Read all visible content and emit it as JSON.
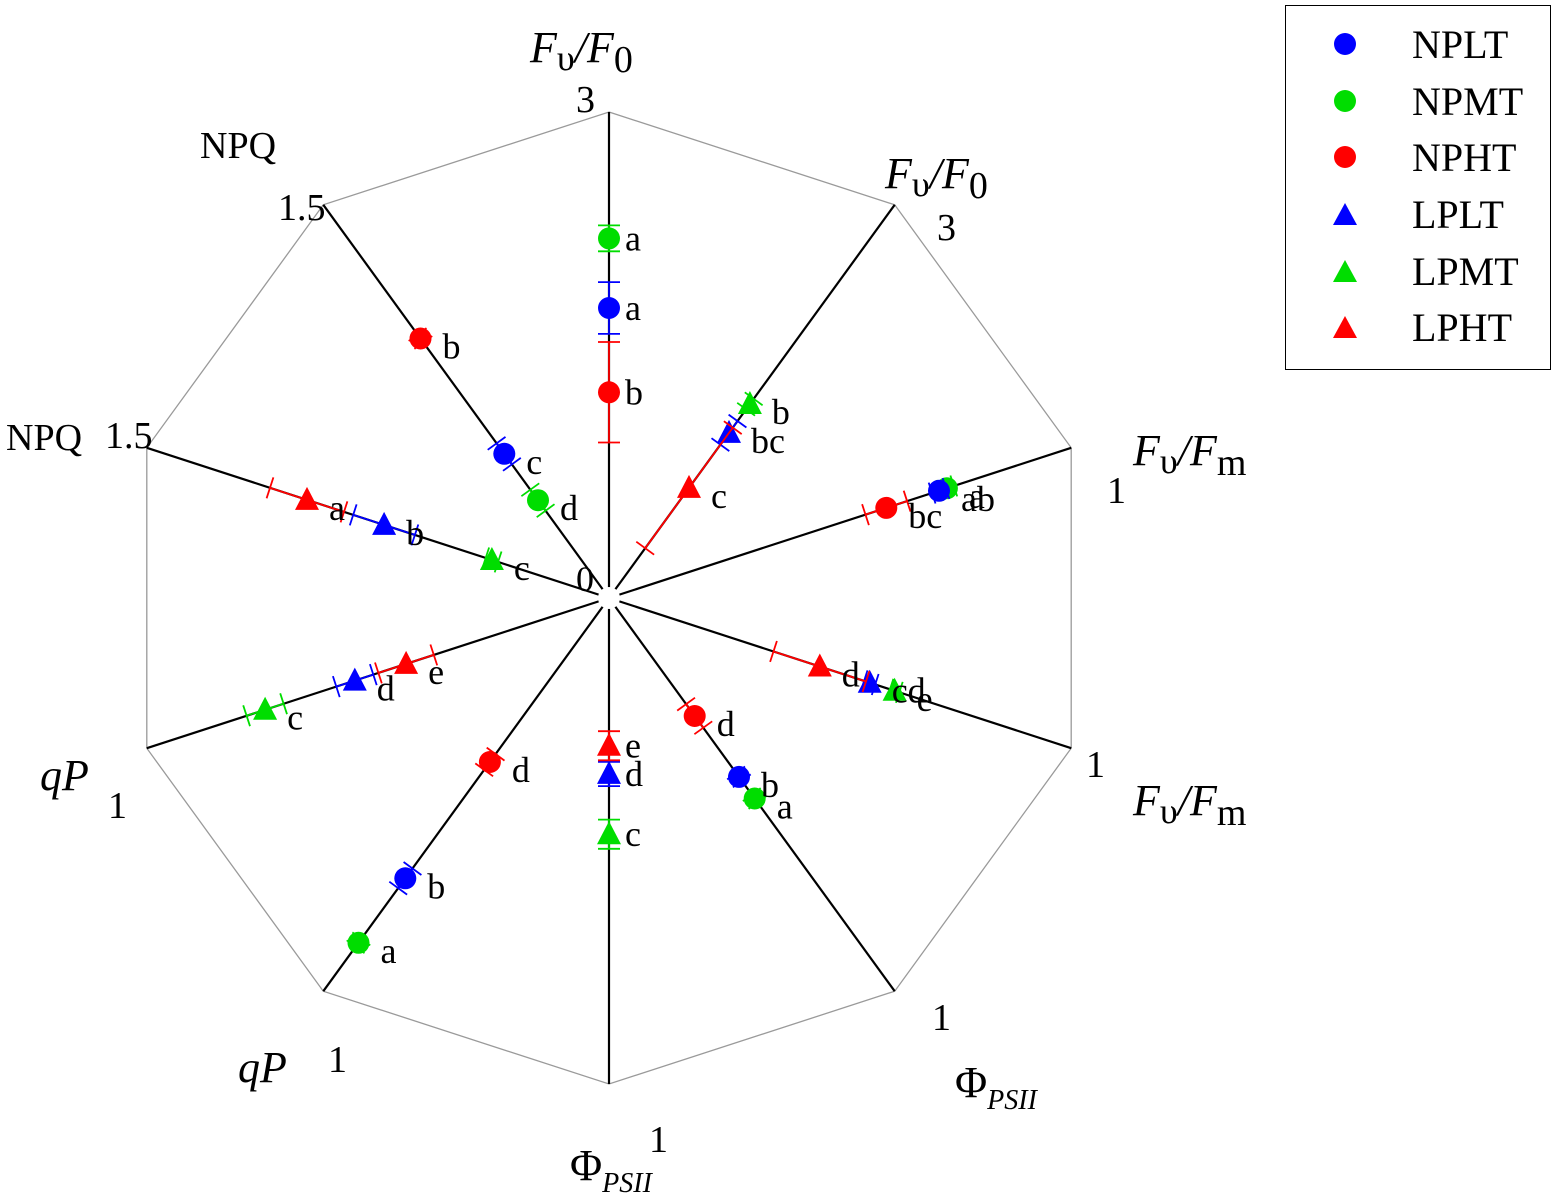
{
  "chart_data": {
    "type": "radar",
    "axes": [
      {
        "key": "fvf0_np",
        "title": "Fv/F0",
        "title_main": "F",
        "title_sub1": "υ",
        "title_mid": "/F",
        "title_sub2": "0",
        "max_label": "3"
      },
      {
        "key": "fvf0_lp",
        "title": "Fv/F0",
        "title_main": "F",
        "title_sub1": "υ",
        "title_mid": "/F",
        "title_sub2": "0",
        "max_label": "3"
      },
      {
        "key": "fvfm_np",
        "title": "Fv/Fm",
        "title_main": "F",
        "title_sub1": "υ",
        "title_mid": "/F",
        "title_sub2": "m",
        "max_label": "1"
      },
      {
        "key": "fvfm_lp",
        "title": "Fv/Fm",
        "title_main": "F",
        "title_sub1": "υ",
        "title_mid": "/F",
        "title_sub2": "m",
        "max_label": "1"
      },
      {
        "key": "phipsii_np",
        "title": "ΦPSII",
        "title_main": "Φ",
        "title_sub2": "PSII",
        "max_label": "1"
      },
      {
        "key": "phipsii_lp",
        "title": "ΦPSII",
        "title_main": "Φ",
        "title_sub2": "PSII",
        "max_label": "1"
      },
      {
        "key": "qp_np",
        "title": "qP",
        "title_main": "qP",
        "max_label": "1"
      },
      {
        "key": "qp_lp",
        "title": "qP",
        "title_main": "qP",
        "max_label": "1"
      },
      {
        "key": "npq_np",
        "title": "NPQ",
        "title_main": "NPQ",
        "max_label": "1.5"
      },
      {
        "key": "npq_lp",
        "title": "NPQ",
        "title_main": "NPQ",
        "max_label": "1.5"
      }
    ],
    "axis_max": [
      3,
      3,
      1,
      1,
      1,
      1,
      1,
      1,
      1.5,
      1.5
    ],
    "center_label": "0",
    "series": [
      {
        "name": "NPLT",
        "color": "#0000ff",
        "marker": "circle"
      },
      {
        "name": "NPMT",
        "color": "#00dd00",
        "marker": "circle"
      },
      {
        "name": "NPHT",
        "color": "#ff0000",
        "marker": "circle"
      },
      {
        "name": "LPLT",
        "color": "#0000ff",
        "marker": "triangle"
      },
      {
        "name": "LPMT",
        "color": "#00dd00",
        "marker": "triangle"
      },
      {
        "name": "LPHT",
        "color": "#ff0000",
        "marker": "triangle"
      }
    ],
    "points": [
      {
        "axis": 0,
        "series": 1,
        "value": 2.22,
        "err": 0.08,
        "letter": "a"
      },
      {
        "axis": 0,
        "series": 0,
        "value": 1.79,
        "err": 0.16,
        "letter": "a"
      },
      {
        "axis": 0,
        "series": 2,
        "value": 1.27,
        "err": 0.31,
        "letter": "b"
      },
      {
        "axis": 1,
        "series": 4,
        "value": 1.48,
        "err": 0.04,
        "letter": "b"
      },
      {
        "axis": 1,
        "series": 3,
        "value": 1.26,
        "err": 0.09,
        "letter": "bc"
      },
      {
        "axis": 1,
        "series": 5,
        "value": 0.84,
        "err": 0.46,
        "letter": "c"
      },
      {
        "axis": 2,
        "series": 1,
        "value": 0.731,
        "err": 0.015,
        "letter": "a"
      },
      {
        "axis": 2,
        "series": 0,
        "value": 0.714,
        "err": 0.015,
        "letter": "ab"
      },
      {
        "axis": 2,
        "series": 2,
        "value": 0.6,
        "err": 0.045,
        "letter": "bc"
      },
      {
        "axis": 3,
        "series": 4,
        "value": 0.618,
        "err": 0.01,
        "letter": "e"
      },
      {
        "axis": 3,
        "series": 3,
        "value": 0.564,
        "err": 0.012,
        "letter": "cd"
      },
      {
        "axis": 3,
        "series": 5,
        "value": 0.456,
        "err": 0.1,
        "letter": "d"
      },
      {
        "axis": 4,
        "series": 1,
        "value": 0.51,
        "err": 0.01,
        "letter": "a"
      },
      {
        "axis": 4,
        "series": 0,
        "value": 0.455,
        "err": 0.01,
        "letter": "b"
      },
      {
        "axis": 4,
        "series": 2,
        "value": 0.3,
        "err": 0.03,
        "letter": "d"
      },
      {
        "axis": 5,
        "series": 4,
        "value": 0.486,
        "err": 0.03,
        "letter": "c"
      },
      {
        "axis": 5,
        "series": 3,
        "value": 0.362,
        "err": 0.025,
        "letter": "d"
      },
      {
        "axis": 5,
        "series": 5,
        "value": 0.304,
        "err": 0.03,
        "letter": "e"
      },
      {
        "axis": 6,
        "series": 1,
        "value": 0.877,
        "err": 0.01,
        "letter": "a"
      },
      {
        "axis": 6,
        "series": 0,
        "value": 0.713,
        "err": 0.025,
        "letter": "b"
      },
      {
        "axis": 6,
        "series": 2,
        "value": 0.417,
        "err": 0.02,
        "letter": "d"
      },
      {
        "axis": 7,
        "series": 4,
        "value": 0.744,
        "err": 0.04,
        "letter": "c"
      },
      {
        "axis": 7,
        "series": 3,
        "value": 0.55,
        "err": 0.04,
        "letter": "d"
      },
      {
        "axis": 7,
        "series": 5,
        "value": 0.439,
        "err": 0.06,
        "letter": "e"
      },
      {
        "axis": 8,
        "series": 5,
        "value": 0.98,
        "err": 0.12,
        "letter": "a"
      },
      {
        "axis": 8,
        "series": 3,
        "value": 0.73,
        "err": 0.1,
        "letter": "b"
      },
      {
        "axis": 8,
        "series": 4,
        "value": 0.38,
        "err": 0.02,
        "letter": "c"
      },
      {
        "axis": 9,
        "series": 2,
        "value": 0.99,
        "err": 0.015,
        "letter": "b"
      },
      {
        "axis": 9,
        "series": 0,
        "value": 0.55,
        "err": 0.04,
        "letter": "c"
      },
      {
        "axis": 9,
        "series": 1,
        "value": 0.373,
        "err": 0.04,
        "letter": "d"
      }
    ],
    "legend_position": "top-right",
    "grid": false
  }
}
